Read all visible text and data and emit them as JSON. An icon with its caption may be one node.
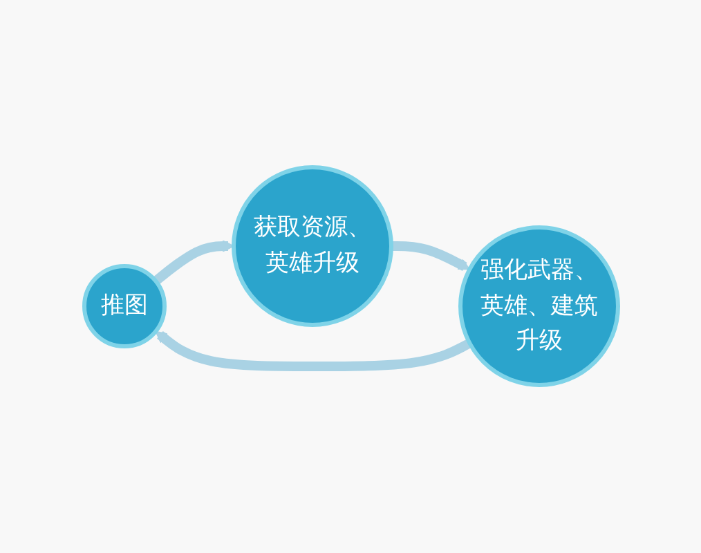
{
  "diagram": {
    "nodes": [
      {
        "text": [
          "推图"
        ]
      },
      {
        "text": [
          "获取资源、英雄升级"
        ]
      },
      {
        "text": [
          "强化武器、英雄、建筑升级"
        ]
      }
    ],
    "edges": [
      {
        "from": 0,
        "to": 1,
        "arrow": "to"
      },
      {
        "from": 1,
        "to": 2,
        "arrow": "to"
      },
      {
        "from": 2,
        "to": 0,
        "arrow": "to"
      }
    ]
  }
}
